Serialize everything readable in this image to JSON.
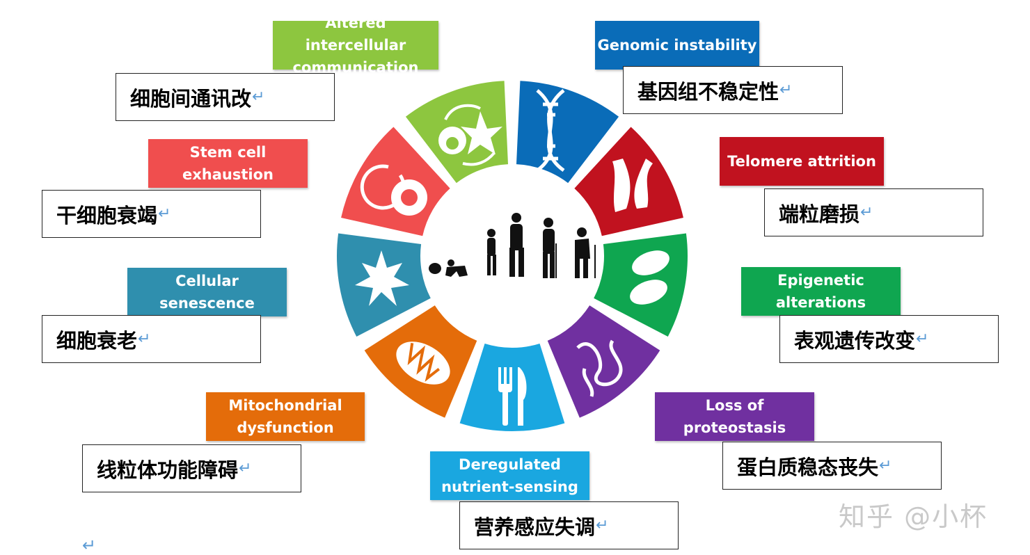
{
  "colors": {
    "green_light": "#8dc63f",
    "blue": "#0a6cb8",
    "red_dark": "#c1121f",
    "green": "#0fa650",
    "purple": "#7030a0",
    "cyan": "#1aa7e0",
    "orange": "#e46c0a",
    "teal": "#2f8fae",
    "red": "#f04e4e",
    "return_mark": "#5b9bd5"
  },
  "return_mark": "↵",
  "hallmarks": [
    {
      "en": "Altered intercellular\ncommunication",
      "cn": "细胞间通讯改",
      "color": "#8dc63f",
      "icon": "cell-communication-icon"
    },
    {
      "en": "Genomic instability",
      "cn": "基因组不稳定性",
      "color": "#0a6cb8",
      "icon": "dna-icon"
    },
    {
      "en": "Telomere attrition",
      "cn": "端粒磨损",
      "color": "#c1121f",
      "icon": "chromosome-icon"
    },
    {
      "en": "Epigenetic\nalterations",
      "cn": "表观遗传改变",
      "color": "#0fa650",
      "icon": "nucleosome-icon"
    },
    {
      "en": "Loss of\nproteostasis",
      "cn": "蛋白质稳态丧失",
      "color": "#7030a0",
      "icon": "protein-icon"
    },
    {
      "en": "Deregulated\nnutrient-sensing",
      "cn": "营养感应失调",
      "color": "#1aa7e0",
      "icon": "fork-knife-icon"
    },
    {
      "en": "Mitochondrial\ndysfunction",
      "cn": "线粒体功能障碍",
      "color": "#e46c0a",
      "icon": "mitochondrion-icon"
    },
    {
      "en": "Cellular\nsenescence",
      "cn": "细胞衰老",
      "color": "#2f8fae",
      "icon": "leaf-icon"
    },
    {
      "en": "Stem cell\nexhaustion",
      "cn": "干细胞衰竭",
      "color": "#f04e4e",
      "icon": "stem-cell-icon"
    }
  ],
  "watermark": "知乎 @小杯"
}
